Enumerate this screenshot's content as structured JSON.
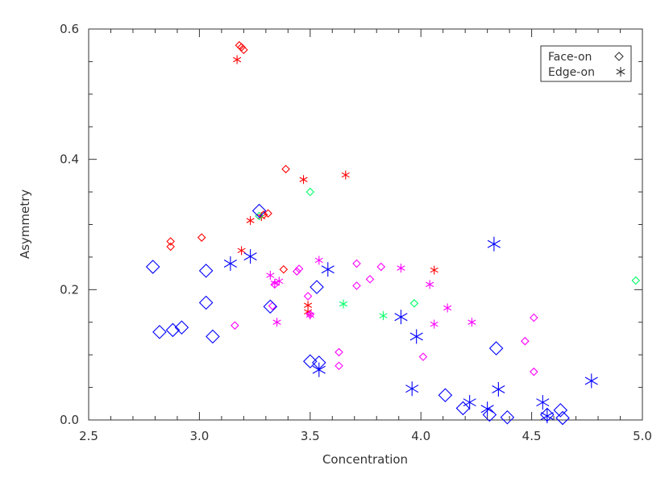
{
  "chart_data": {
    "type": "scatter",
    "xlabel": "Concentration",
    "ylabel": "Asymmetry",
    "xlim": [
      2.5,
      5.0
    ],
    "ylim": [
      0.0,
      0.6
    ],
    "xticks": [
      "2.5",
      "3.0",
      "3.5",
      "4.0",
      "4.5",
      "5.0"
    ],
    "yticks": [
      "0.0",
      "0.2",
      "0.4",
      "0.6"
    ],
    "grid": false,
    "legend_position": "top-right",
    "legend": [
      {
        "label": "Face-on",
        "marker": "diamond"
      },
      {
        "label": "Edge-on",
        "marker": "asterisk"
      }
    ],
    "colors": {
      "red": "#ff0000",
      "magenta": "#ff00ff",
      "green": "#00ff66",
      "blue": "#0000ff"
    },
    "series": [
      {
        "marker": "diamond",
        "color": "red",
        "size": "small",
        "points": [
          [
            3.18,
            0.575
          ],
          [
            3.19,
            0.572
          ],
          [
            3.2,
            0.568
          ],
          [
            2.87,
            0.274
          ],
          [
            2.87,
            0.266
          ],
          [
            3.01,
            0.28
          ],
          [
            3.29,
            0.315
          ],
          [
            3.31,
            0.317
          ],
          [
            3.39,
            0.385
          ],
          [
            3.38,
            0.231
          ]
        ]
      },
      {
        "marker": "asterisk",
        "color": "red",
        "size": "small",
        "points": [
          [
            3.17,
            0.553
          ],
          [
            3.47,
            0.369
          ],
          [
            3.66,
            0.376
          ],
          [
            3.23,
            0.306
          ],
          [
            3.28,
            0.312
          ],
          [
            3.19,
            0.26
          ],
          [
            3.49,
            0.176
          ],
          [
            3.49,
            0.166
          ],
          [
            4.06,
            0.23
          ]
        ]
      },
      {
        "marker": "diamond",
        "color": "magenta",
        "size": "small",
        "points": [
          [
            3.16,
            0.145
          ],
          [
            3.34,
            0.208
          ],
          [
            3.45,
            0.232
          ],
          [
            3.44,
            0.228
          ],
          [
            3.49,
            0.19
          ],
          [
            3.5,
            0.162
          ],
          [
            3.63,
            0.104
          ],
          [
            3.63,
            0.083
          ],
          [
            3.71,
            0.206
          ],
          [
            3.71,
            0.24
          ],
          [
            3.77,
            0.216
          ],
          [
            3.82,
            0.235
          ],
          [
            4.01,
            0.097
          ],
          [
            4.47,
            0.121
          ],
          [
            4.51,
            0.157
          ],
          [
            4.51,
            0.074
          ],
          [
            3.33,
            0.175
          ]
        ]
      },
      {
        "marker": "asterisk",
        "color": "magenta",
        "size": "small",
        "points": [
          [
            3.32,
            0.222
          ],
          [
            3.34,
            0.21
          ],
          [
            3.36,
            0.213
          ],
          [
            3.35,
            0.15
          ],
          [
            3.54,
            0.245
          ],
          [
            3.91,
            0.233
          ],
          [
            4.04,
            0.208
          ],
          [
            4.06,
            0.147
          ],
          [
            4.12,
            0.172
          ],
          [
            4.23,
            0.15
          ],
          [
            3.5,
            0.161
          ]
        ]
      },
      {
        "marker": "diamond",
        "color": "green",
        "size": "small",
        "points": [
          [
            3.27,
            0.313
          ],
          [
            3.5,
            0.35
          ],
          [
            3.97,
            0.179
          ],
          [
            4.97,
            0.214
          ]
        ]
      },
      {
        "marker": "asterisk",
        "color": "green",
        "size": "small",
        "points": [
          [
            3.65,
            0.178
          ],
          [
            3.83,
            0.16
          ]
        ]
      },
      {
        "marker": "diamond",
        "color": "blue",
        "size": "large",
        "points": [
          [
            2.79,
            0.235
          ],
          [
            2.82,
            0.135
          ],
          [
            2.88,
            0.138
          ],
          [
            2.92,
            0.142
          ],
          [
            3.03,
            0.229
          ],
          [
            3.03,
            0.18
          ],
          [
            3.06,
            0.128
          ],
          [
            3.27,
            0.321
          ],
          [
            3.32,
            0.174
          ],
          [
            3.5,
            0.09
          ],
          [
            3.53,
            0.204
          ],
          [
            3.54,
            0.088
          ],
          [
            4.11,
            0.038
          ],
          [
            4.19,
            0.018
          ],
          [
            4.31,
            0.008
          ],
          [
            4.34,
            0.11
          ],
          [
            4.39,
            0.004
          ],
          [
            4.63,
            0.015
          ],
          [
            4.64,
            0.003
          ],
          [
            4.57,
            0.008
          ]
        ]
      },
      {
        "marker": "asterisk",
        "color": "blue",
        "size": "large",
        "points": [
          [
            3.14,
            0.24
          ],
          [
            3.23,
            0.251
          ],
          [
            3.58,
            0.231
          ],
          [
            3.54,
            0.077
          ],
          [
            3.91,
            0.158
          ],
          [
            3.96,
            0.048
          ],
          [
            3.98,
            0.128
          ],
          [
            4.22,
            0.027
          ],
          [
            4.3,
            0.017
          ],
          [
            4.33,
            0.27
          ],
          [
            4.35,
            0.047
          ],
          [
            4.55,
            0.027
          ],
          [
            4.57,
            0.006
          ],
          [
            4.77,
            0.06
          ]
        ]
      }
    ]
  }
}
